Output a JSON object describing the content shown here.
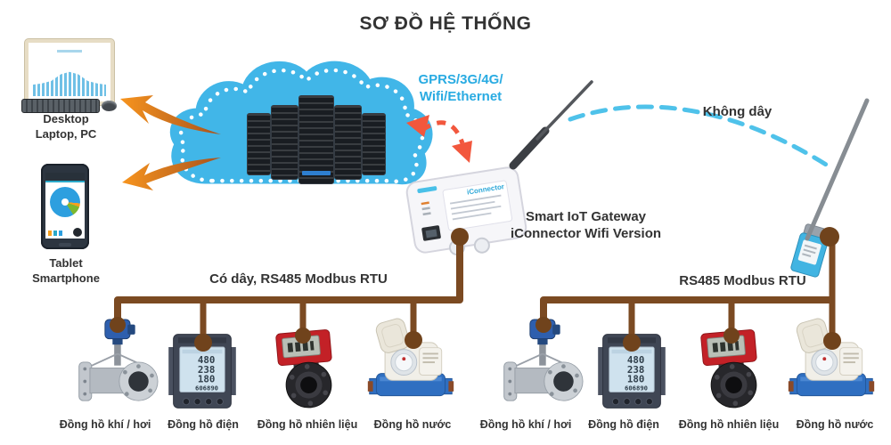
{
  "title": "SƠ ĐỒ HỆ THỐNG",
  "endpoints": {
    "desktop": {
      "line1": "Desktop",
      "line2": "Laptop, PC"
    },
    "tablet": {
      "line1": "Tablet",
      "line2": "Smartphone"
    }
  },
  "gateway": {
    "line1": "Smart IoT Gateway",
    "line2": "iConnector Wifi Version",
    "brand": "iConnector"
  },
  "links": {
    "cloud_gateway": {
      "line1": "GPRS/3G/4G/",
      "line2": "Wifi/Ethernet"
    },
    "wireless": {
      "label": "Không dây"
    },
    "left_bus": {
      "label": "Có dây, RS485 Modbus RTU"
    },
    "right_bus": {
      "label": "RS485 Modbus RTU"
    }
  },
  "devices": {
    "left": [
      {
        "label": "Đồng hồ khí / hơi"
      },
      {
        "label": "Đồng hồ điện"
      },
      {
        "label": "Đồng hồ nhiên liệu"
      },
      {
        "label": "Đồng hồ nước"
      }
    ],
    "right": [
      {
        "label": "Đồng hồ khí / hơi"
      },
      {
        "label": "Đồng hồ điện"
      },
      {
        "label": "Đồng hồ nhiên liệu"
      },
      {
        "label": "Đồng hồ nước"
      }
    ]
  },
  "meter_display": {
    "r1": "480",
    "r2": "238",
    "r3": "180",
    "total": "606890"
  },
  "colors": {
    "cloud": "#41b6e8",
    "accent_cyan": "#29abe2",
    "wire_brown": "#7b4a22",
    "arrow_orange": "#f7941e",
    "arrow_red": "#f2573d",
    "text_dark": "#333333"
  }
}
